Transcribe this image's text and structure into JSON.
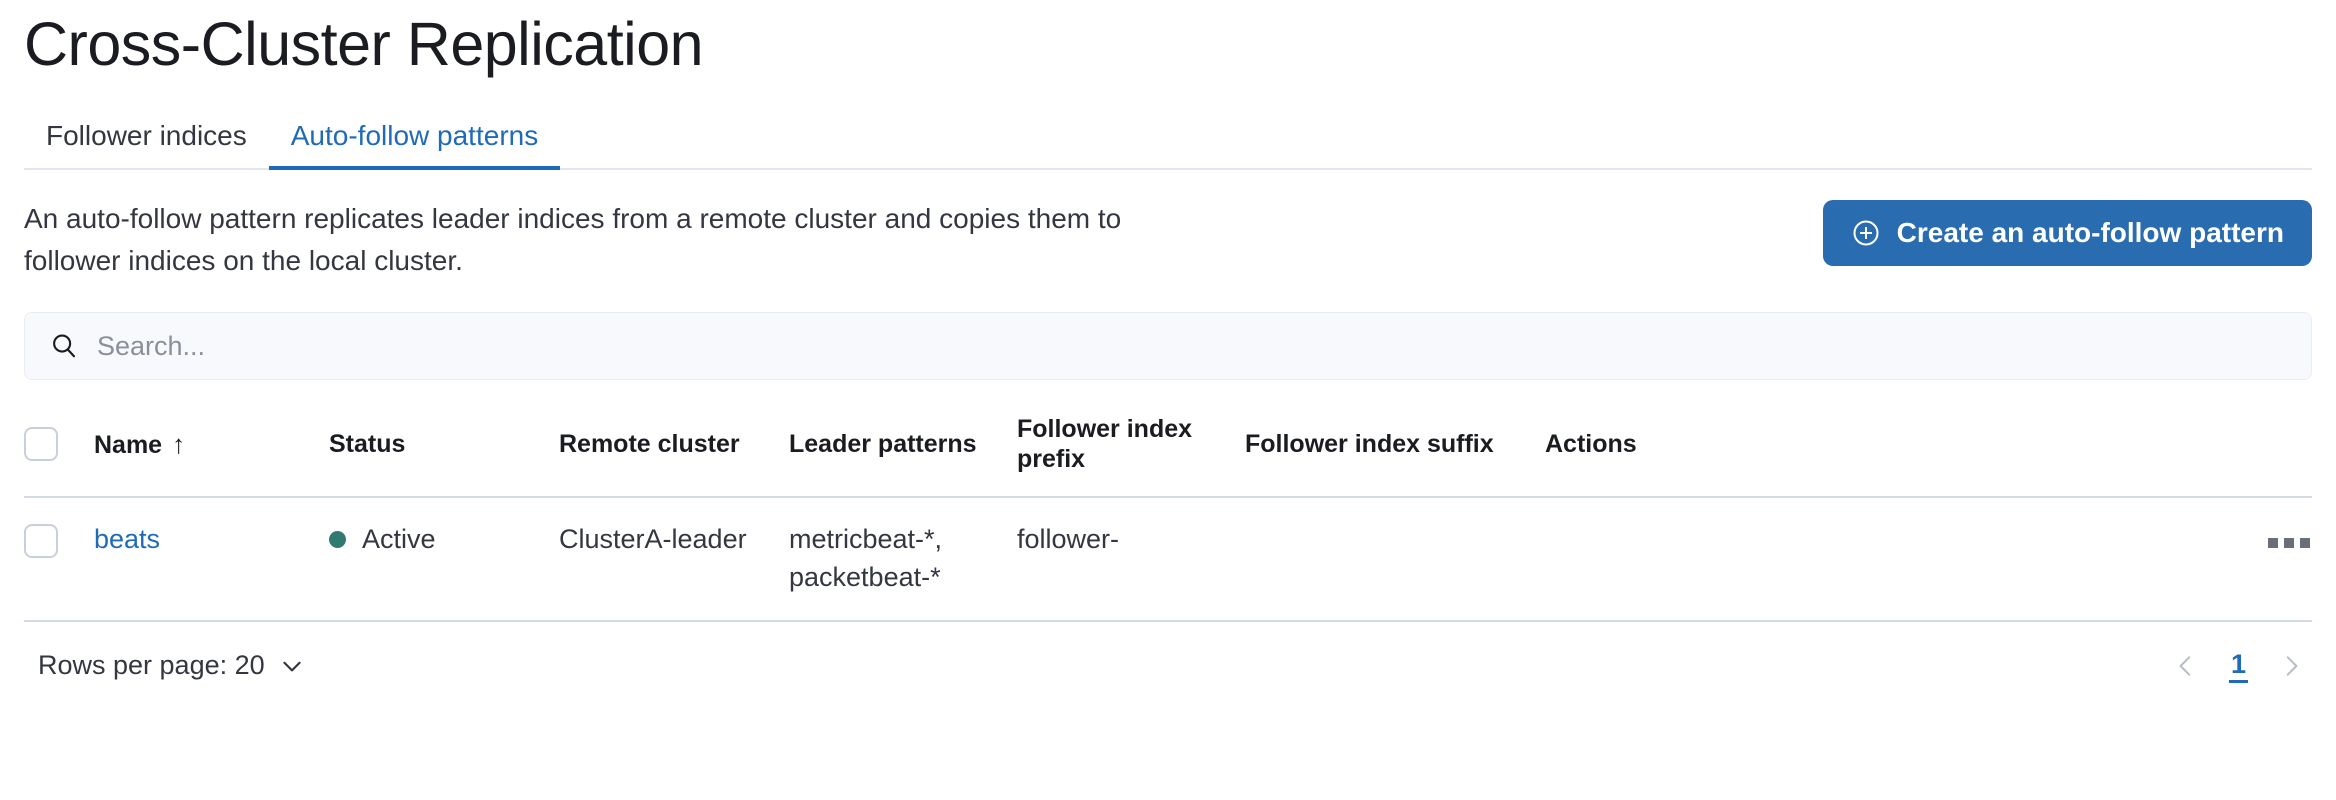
{
  "page": {
    "title": "Cross-Cluster Replication"
  },
  "tabs": [
    {
      "label": "Follower indices",
      "active": false
    },
    {
      "label": "Auto-follow patterns",
      "active": true
    }
  ],
  "description": {
    "text": "An auto-follow pattern replicates leader indices from a remote cluster and copies them to follower indices on the local cluster."
  },
  "actions": {
    "create_label": "Create an auto-follow pattern",
    "create_icon": "plus-in-circle-icon"
  },
  "search": {
    "value": "",
    "placeholder": "Search...",
    "icon": "search-icon"
  },
  "table": {
    "columns": [
      {
        "key": "checkbox",
        "label": ""
      },
      {
        "key": "name",
        "label": "Name",
        "sorted": "ascending",
        "sort_icon": "arrow-up-icon"
      },
      {
        "key": "status",
        "label": "Status"
      },
      {
        "key": "remote_cluster",
        "label": "Remote cluster"
      },
      {
        "key": "leader_patterns",
        "label": "Leader patterns"
      },
      {
        "key": "follower_index_prefix",
        "label": "Follower index prefix"
      },
      {
        "key": "follower_index_suffix",
        "label": "Follower index suffix"
      },
      {
        "key": "actions",
        "label": "Actions"
      }
    ],
    "rows": [
      {
        "name": "beats",
        "status": "Active",
        "status_color": "#2f7b72",
        "remote_cluster": "ClusterA-leader",
        "leader_patterns": "metricbeat-*, packetbeat-*",
        "follower_index_prefix": "follower-",
        "follower_index_suffix": "",
        "actions_icon": "more-actions-icon"
      }
    ]
  },
  "footer": {
    "rows_per_page_label": "Rows per page: 20",
    "rows_per_page_icon": "chevron-down-icon",
    "prev_icon": "chevron-left-icon",
    "next_icon": "chevron-right-icon",
    "current_page": "1"
  },
  "colors": {
    "accent_blue": "#1f6bb8",
    "button_blue": "#2a6cb0",
    "status_green": "#2f7b72",
    "border": "#d3dae6",
    "text": "#343741"
  }
}
